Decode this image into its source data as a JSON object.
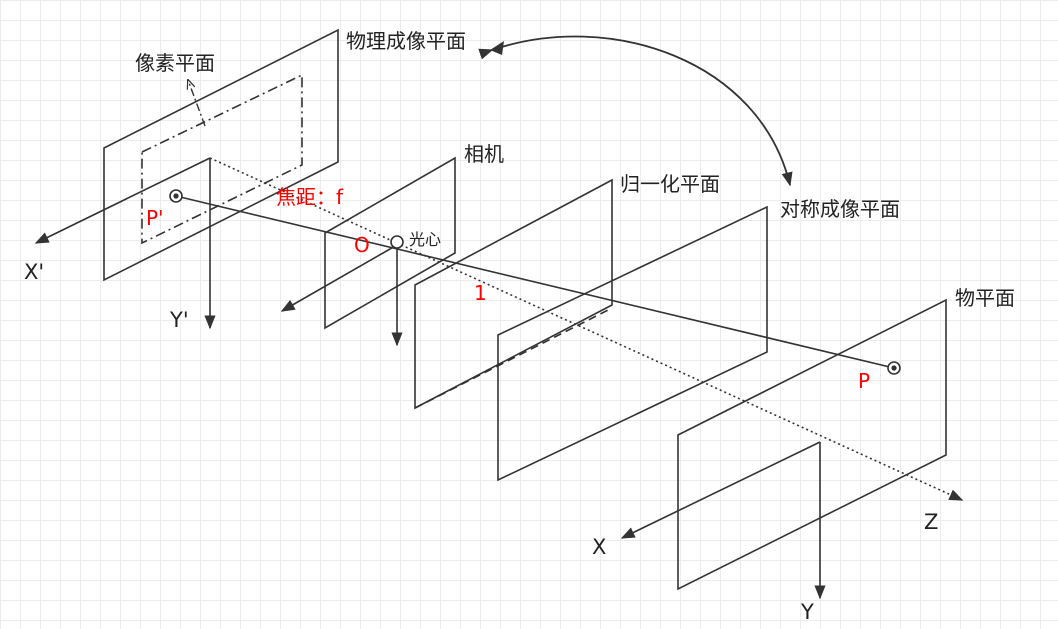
{
  "labels": {
    "pixel_plane": "像素平面",
    "physical_plane": "物理成像平面",
    "camera": "相机",
    "normalized_plane": "归一化平面",
    "symmetric_plane": "对称成像平面",
    "object_plane": "物平面",
    "optical_center": "光心",
    "focal_length": "焦距：f",
    "unit_distance": "1",
    "origin_o": "O",
    "point_p_image": "P'",
    "point_p": "P",
    "axis_x_image": "X'",
    "axis_y_image": "Y'",
    "axis_x": "X",
    "axis_y": "Y",
    "axis_z": "Z"
  },
  "colors": {
    "line": "#333333",
    "highlight": "#ff0000",
    "grid": "#ececec"
  }
}
